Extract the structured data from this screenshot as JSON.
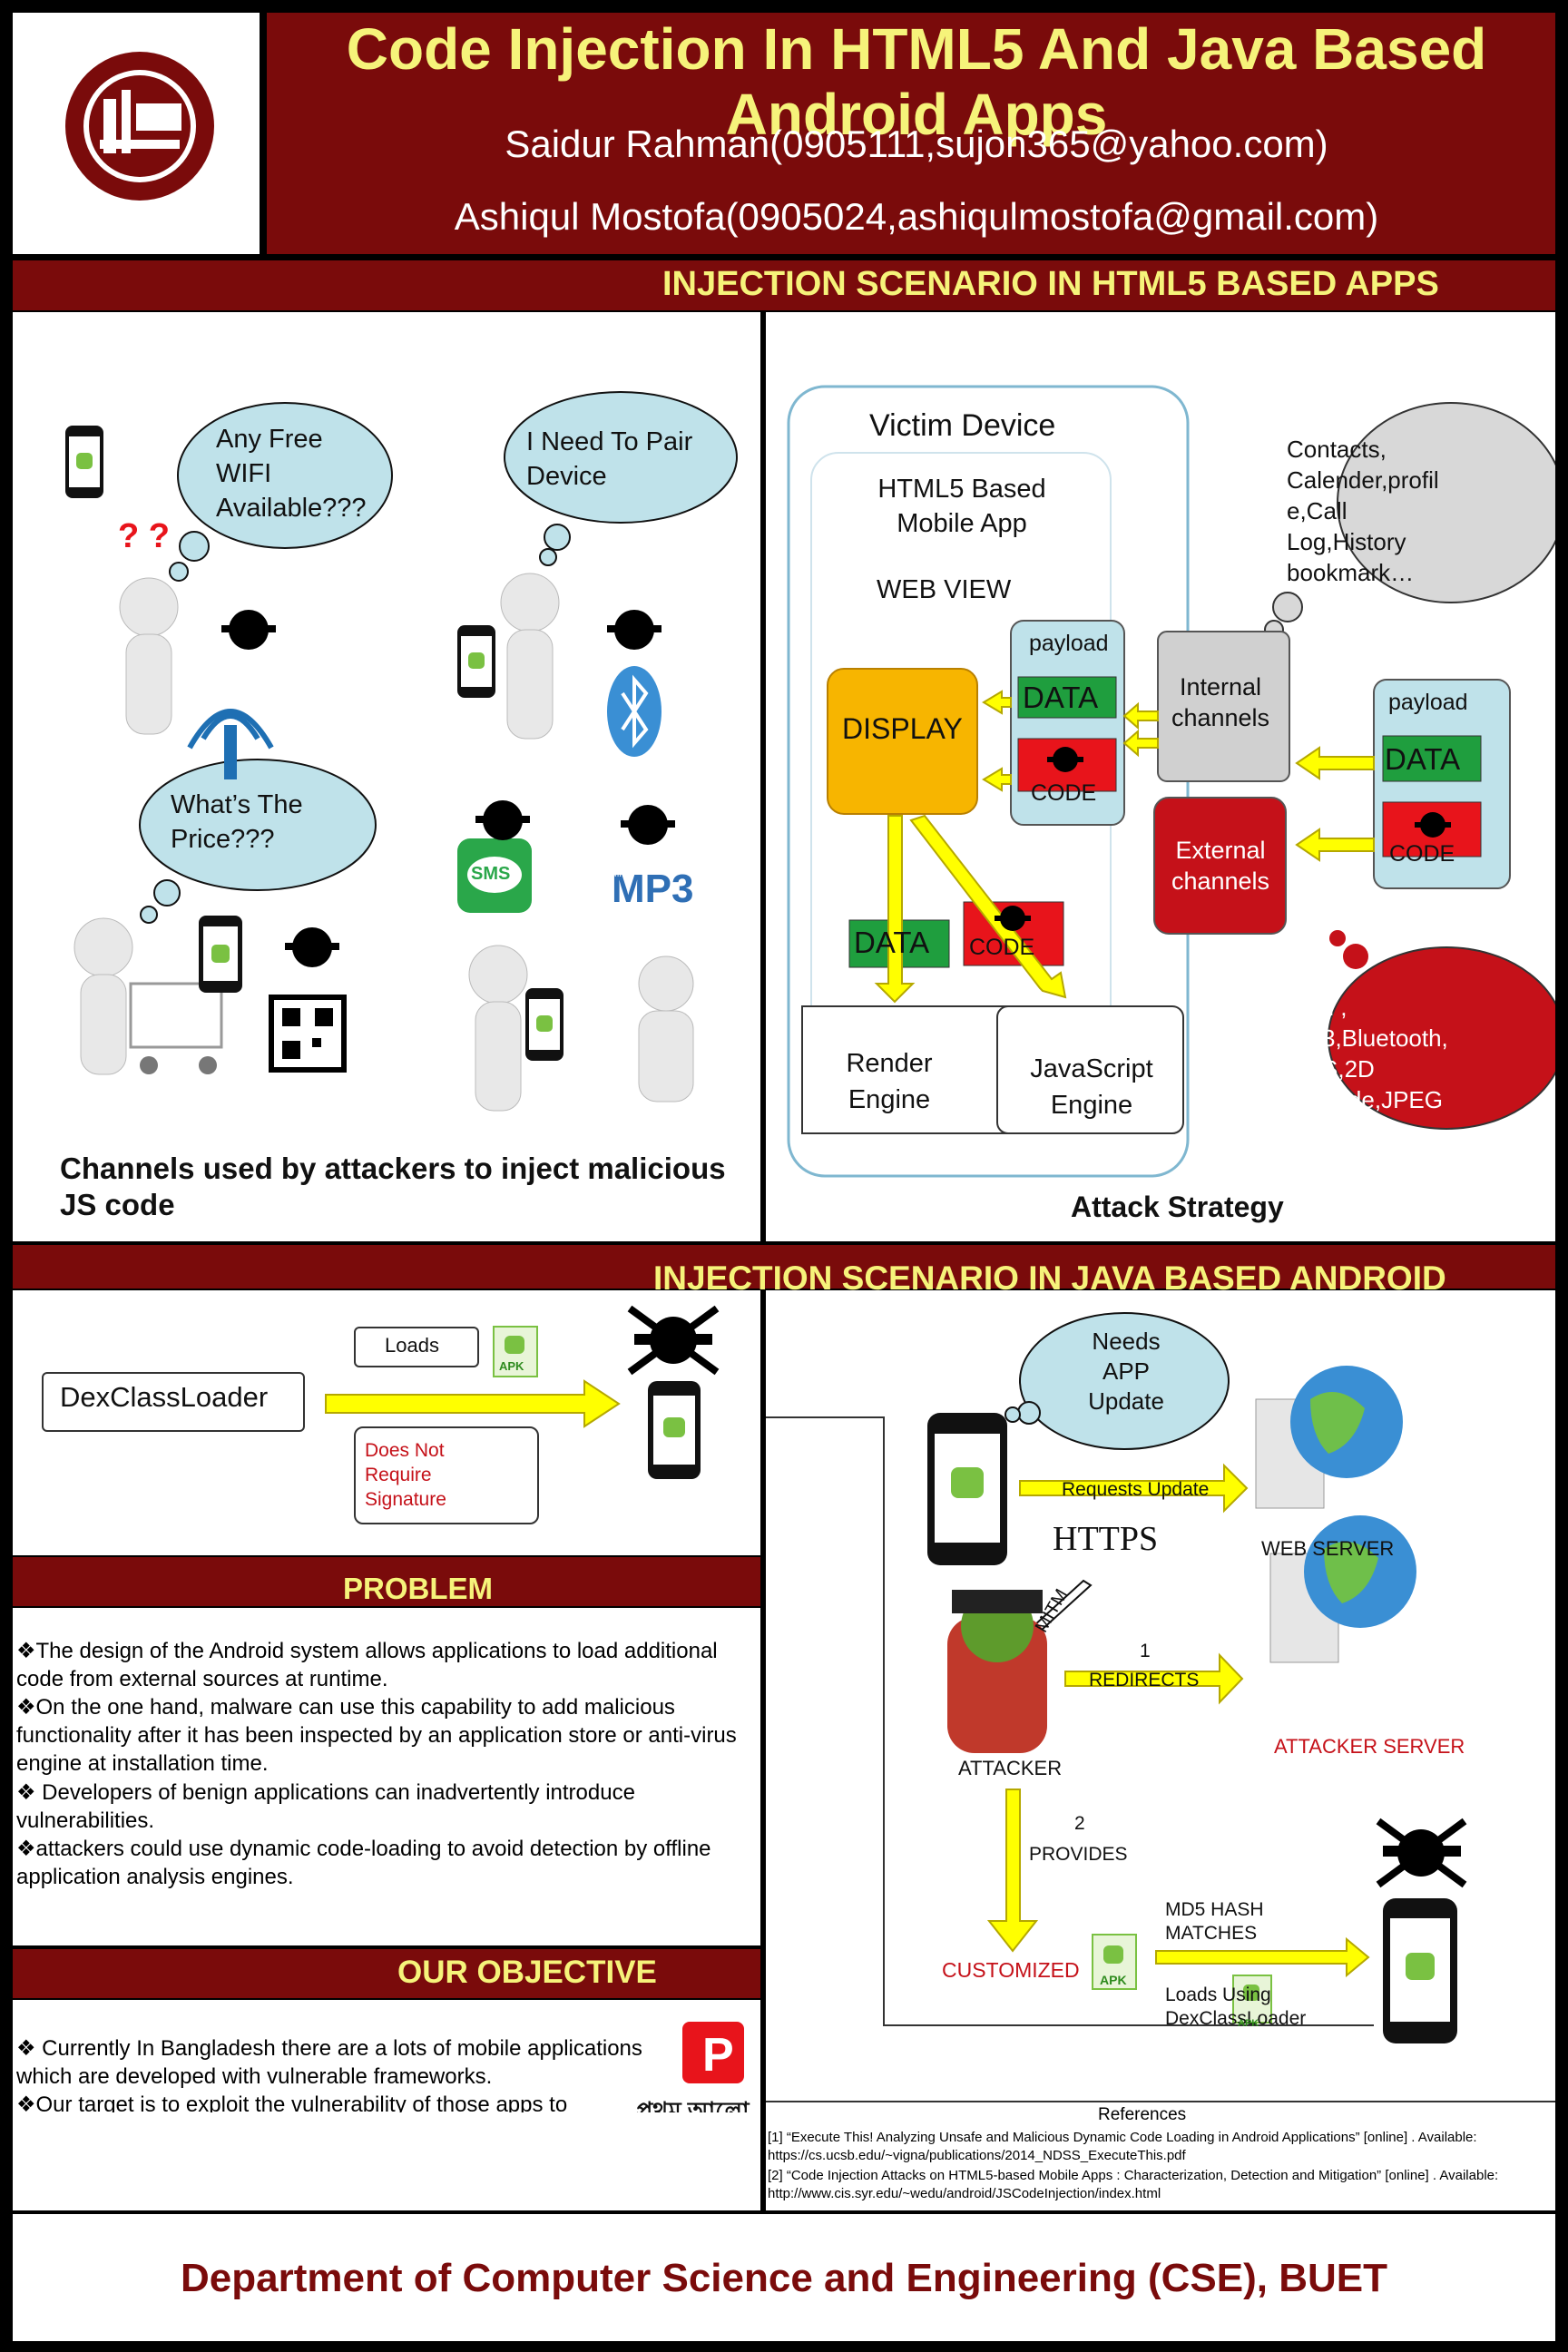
{
  "title": "Code Injection In HTML5 And Java Based Android Apps",
  "authors": [
    "Saidur Rahman(0905111,sujon365@yahoo.com)",
    "Ashiqul Mostofa(0905024,ashiqulmostofa@gmail.com)"
  ],
  "section1": {
    "header": "INJECTION SCENARIO IN HTML5 BASED APPS",
    "left_caption": "Channels used by attackers to inject malicious JS code",
    "right_caption": "Attack Strategy",
    "clouds": {
      "wifi": "Any Free WIFI Available???",
      "pair": "I Need To Pair Device",
      "price": "What’s The Price???"
    },
    "icons": {
      "sms": "SMS",
      "mp3": "MP3",
      "qmarks": "? ?"
    },
    "diagram": {
      "victim": "Victim Device",
      "app": "HTML5 Based Mobile App",
      "webview": "WEB VIEW",
      "display": "DISPLAY",
      "payload": "payload",
      "data": "DATA",
      "code": "CODE",
      "internal": "Internal channels",
      "external": "External channels",
      "render": "Render Engine",
      "js": "JavaScript Engine",
      "grey_cloud": "Contacts, Calender,profil e,Call Log,History bookmark…",
      "red_cloud": "WiFi , MP3,Bluetooth, SMS,2D Barcode,JPEG"
    }
  },
  "section2": {
    "header": "INJECTION SCENARIO IN JAVA BASED ANDROID APPS",
    "dexloader": "DexClassLoader",
    "loads": "Loads",
    "apk": "APK",
    "no_sig": "Does Not Require Signature",
    "needs_update": "Needs APP Update",
    "requests_update": "Requests  Update",
    "https": "HTTPS",
    "web_server": "WEB SERVER",
    "mitm": "MITM",
    "step1": "1",
    "redirects": "REDIRECTS",
    "attacker_server": "ATTACKER SERVER",
    "attacker": "ATTACKER",
    "step2": "2",
    "provides": "PROVIDES",
    "customized": "CUSTOMIZED",
    "md5": "MD5 HASH MATCHES",
    "loads_using": "Loads Using DexClassLoader"
  },
  "problem": {
    "header": "PROBLEM SPECFICATION",
    "items": [
      "❖The design of the Android system allows applications to load additional code from external sources at runtime.",
      "❖On the one hand, malware can use this capability to add malicious functionality after it has been inspected by an application store or anti-virus engine at installation time.",
      "❖ Developers of benign applications can inadvertently introduce vulnerabilities.",
      "❖attackers could use dynamic code-loading to avoid detection by offline application analysis engines."
    ]
  },
  "objective": {
    "header": "OUR OBJECTIVE",
    "items": [
      "❖ Currently In Bangladesh there are a lots of mobile applications which are developed with vulnerable frameworks.",
      "❖Our target is to exploit the vulnerability of those apps to ensure that users are getting those apps services with expected security."
    ],
    "logo_text": "প্রথম আলো",
    "logo_b": "b"
  },
  "references": {
    "title": "References",
    "items": [
      "[1]  “Execute This! Analyzing Unsafe and Malicious Dynamic Code Loading in Android Applications” [online] . Available: https://cs.ucsb.edu/~vigna/publications/2014_NDSS_ExecuteThis.pdf",
      "[2]   “Code Injection Attacks on HTML5-based Mobile Apps : Characterization, Detection and Mitigation” [online] . Available: http://www.cis.syr.edu/~wedu/android/JSCodeInjection/index.html"
    ]
  },
  "footer": "Department of Computer Science and Engineering (CSE), BUET",
  "colors": {
    "maroon": "#7a0b0b",
    "title_yellow": "#f6f37a",
    "arrow_yellow": "#ffff00",
    "data_green": "#1f9e3e",
    "code_red": "#e8141b",
    "display_orange": "#f7b500"
  }
}
